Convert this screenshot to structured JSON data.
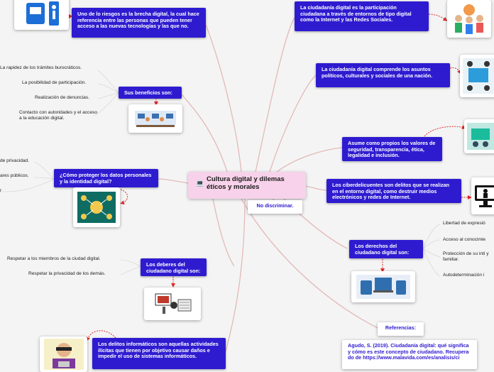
{
  "central": {
    "icon": "laptop-icon",
    "title": "Cultura digital y dilemas éticos y  morales"
  },
  "no_discriminar": "No discriminar.",
  "nodes": {
    "brecha": "Uno de lo riesgos es la brecha digital, la cual hace referencia entre las personas que pueden tener acceso a las nuevas tecnologías y las que no.",
    "beneficios": "Sus beneficios son:",
    "proteger": "¿Cómo proteger los datos personales y la identidad digital?",
    "deberes": "Los deberes del ciudadano digital son:",
    "delitos_def": "Los delitos informáticos son aquellas actividades ilícitas que tienen por objetivo causar daños e impedir el uso de sistemas informáticos.",
    "participacion": "La ciudadanía digital es la participación ciudadana a través de entornos de tipo digital como la Internet y las Redes Sociales.",
    "comprende": "La ciudadanía digital comprende los asuntos políticos, culturales y sociales de una nación.",
    "valores": "Asume como propios los valores de seguridad, transparencia, ética, legalidad e inclusión.",
    "ciberdelincuentes": "Los ciberdelicuentes son delitos que se realizan en el entorno digital, como destruir medios electrónicos y redes de Internet.",
    "derechos": "Los derechos del ciudadano digital son:"
  },
  "beneficios_items": [
    "La rapidez de los trámites burocráticos.",
    "La posibilidad de participación.",
    "Realización de denuncias.",
    "Contacto con autoridades y el acceso a la educación digital."
  ],
  "proteger_items": [
    "de privacidad.",
    "ares públicos.",
    "r"
  ],
  "deberes_items": [
    "Respetar a los miembros de la ciudad digital.",
    "Respetar la privacidad de los demás."
  ],
  "derechos_items": [
    "Libertad de expresió",
    "Acceso al conocimie",
    "Protección de su inti y familiar.",
    "Autodeterminación i"
  ],
  "referencias": {
    "title": "Referencias:",
    "body": "Agudo, S. (2019). Ciudadanía digital: qué significa y cómo es este concepto de ciudadano. Recuperado de https://www.malavida.com/es/analisis/ci"
  },
  "colors": {
    "node": "#2e1bd0",
    "central": "#f7d2ea",
    "link": "#e3b9b9",
    "arrow": "#e02b2b",
    "background": "#f4f4f4"
  }
}
